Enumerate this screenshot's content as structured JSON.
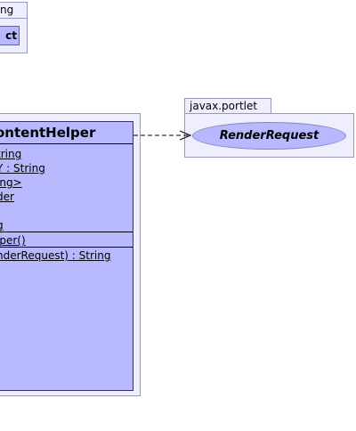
{
  "packages": {
    "top_left": {
      "name": "ng",
      "class_label": "ct"
    },
    "portlet": {
      "name": "javax.portlet",
      "interface_name": "RenderRequest"
    }
  },
  "main_class": {
    "name": "ontentHelper",
    "attributes": [
      {
        "text": "tring",
        "static": true
      },
      {
        "text": "Y : String",
        "static": true
      },
      {
        "text": "ing>",
        "static": true
      },
      {
        "text": "der",
        "static": true
      },
      {
        "text": "",
        "static": false
      },
      {
        "text": "g",
        "static": true
      }
    ],
    "operations": [
      {
        "text": "lper()",
        "static": true
      },
      {
        "text": "nderRequest) : String",
        "static": true
      }
    ]
  },
  "dependency": {
    "style": "dashed",
    "from": "ontentHelper",
    "to": "RenderRequest"
  },
  "colors": {
    "class_fill": "#b8b8ff",
    "package_fill": "#eeeeff",
    "package_border": "#9999bb"
  }
}
